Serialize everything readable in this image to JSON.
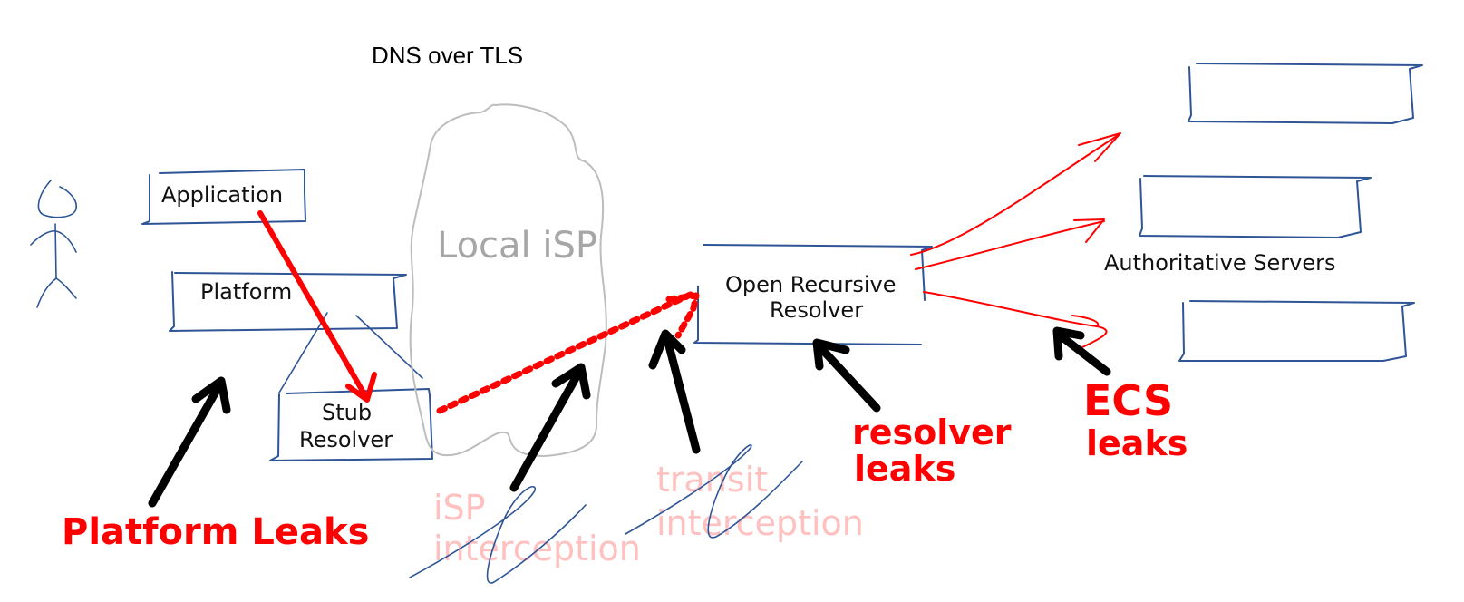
{
  "title": "DNS over TLS",
  "nodes": {
    "application": "Application",
    "platform": "Platform",
    "stub_resolver_line1": "Stub",
    "stub_resolver_line2": "Resolver",
    "local_isp": "Local iSP",
    "open_resolver_line1": "Open Recursive",
    "open_resolver_line2": "Resolver",
    "authoritative_servers": "Authoritative Servers"
  },
  "leaks": {
    "platform": "Platform Leaks",
    "isp_line1": "iSP",
    "isp_line2": "interception",
    "transit_line1": "transit",
    "transit_line2": "interception",
    "resolver_line1": "resolver",
    "resolver_line2": "leaks",
    "ecs_line1": "ECS",
    "ecs_line2": "leaks"
  },
  "colors": {
    "box_stroke": "#2f5597",
    "leak_red": "#ff0000",
    "struck_pink": "#ffc0c0",
    "cloud_grey": "#bdbdbd"
  }
}
